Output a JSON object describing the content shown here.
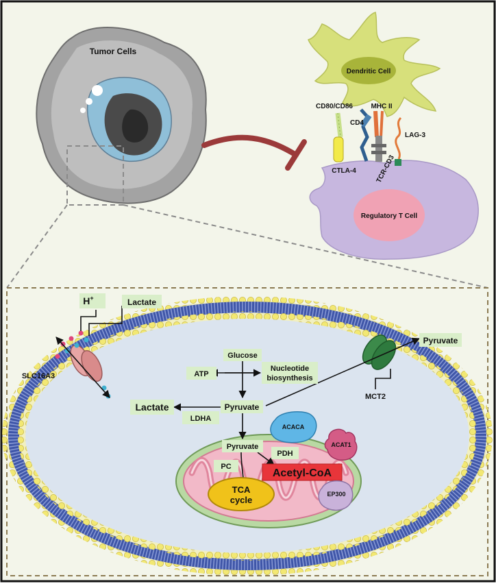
{
  "top": {
    "tumor_label": "Tumor Cells",
    "dendritic_label": "Dendritic Cell",
    "treg_label": "Regulatory T Cell",
    "cd80_label": "CD80/CD86",
    "mhc_label": "MHC II",
    "cd4_label": "CD4",
    "lag3_label": "LAG-3",
    "ctla4_label": "CTLA-4",
    "tcr_label": "TCR-CD3"
  },
  "cell": {
    "h_label": "H",
    "h_sup": "+",
    "lactate_out_label": "Lactate",
    "slc_label": "SLC16A3",
    "pyruvate_out_label": "Pyruvate",
    "mct2_label": "MCT2",
    "glucose_label": "Glucose",
    "atp_label": "ATP",
    "nucleotide_label_1": "Nucleotide",
    "nucleotide_label_2": "biosynthesis",
    "lactate_label": "Lactate",
    "pyruvate_label": "Pyruvate",
    "ldha_label": "LDHA",
    "acaca_label": "ACACA",
    "acat1_label": "ACAT1",
    "ep300_label": "EP300",
    "mito_pyruvate_label": "Pyruvate",
    "pdh_label": "PDH",
    "pc_label": "PC",
    "acetyl_label": "Acetyl-CoA",
    "tca_label_1": "TCA",
    "tca_label_2": "cycle"
  },
  "colors": {
    "background": "#f3f5ea",
    "membrane_head": "#f2e873",
    "membrane_tail": "#3f56a8",
    "cytoplasm": "#dbe4ef",
    "label_box": "#d9eec9",
    "dendritic": "#d7e07b",
    "treg": "#c7b7df",
    "inhibit_arrow": "#9b3a3a",
    "mito_outer": "#b9d9a3",
    "mito_inner": "#f2b9c8",
    "acetyl_box": "#e8353a",
    "tca": "#f0c21a"
  }
}
